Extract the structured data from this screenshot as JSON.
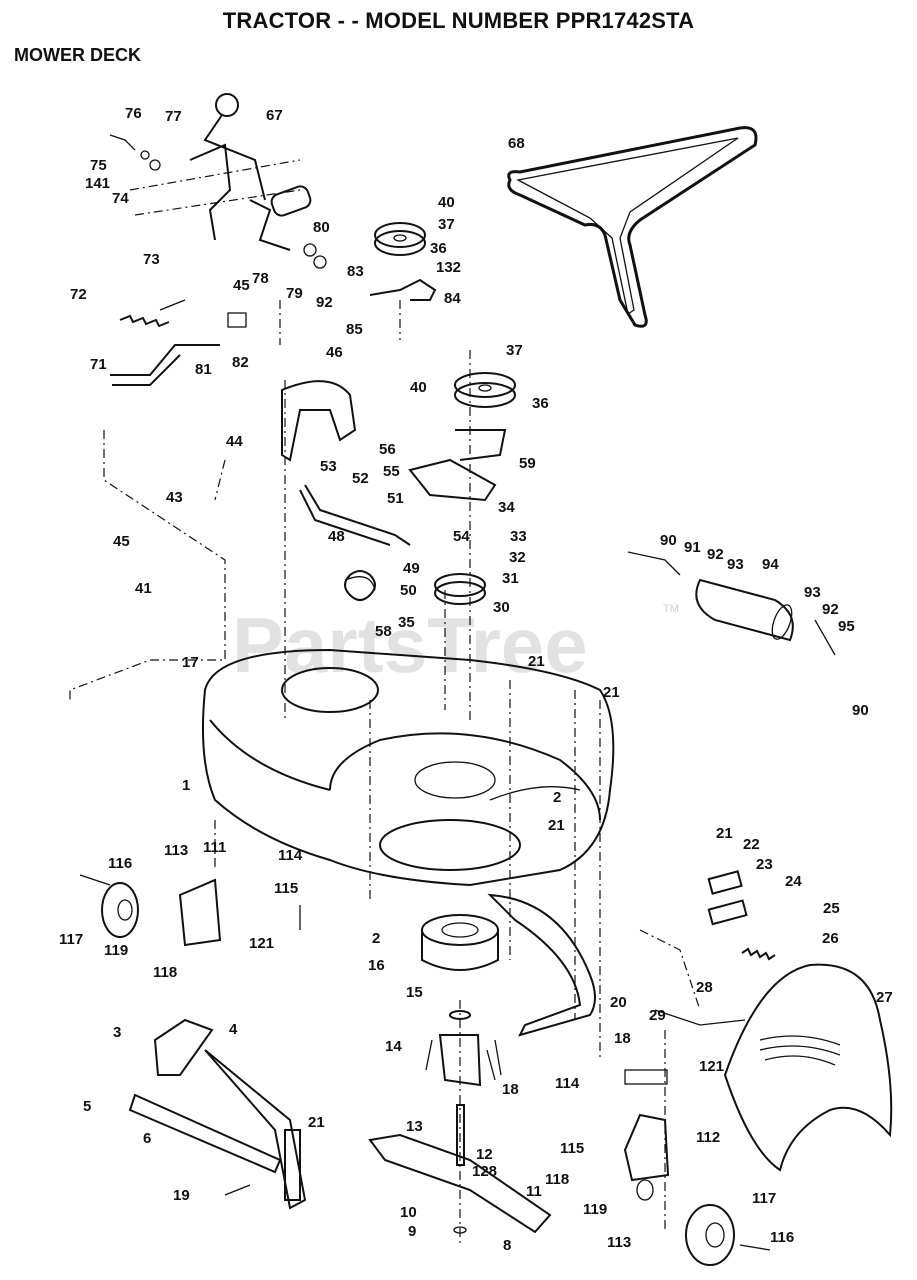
{
  "header": {
    "title": "TRACTOR - - MODEL NUMBER PPR1742STA",
    "subtitle": "MOWER DECK"
  },
  "watermark": {
    "text": "PartsTree",
    "trademark": "TM"
  },
  "colors": {
    "line": "#111111",
    "background": "#ffffff",
    "watermark": "#d9d9d9"
  },
  "callouts": [
    "76",
    "77",
    "67",
    "75",
    "141",
    "74",
    "73",
    "80",
    "78",
    "79",
    "92",
    "72",
    "45",
    "81",
    "82",
    "71",
    "46",
    "44",
    "68",
    "40",
    "37",
    "36",
    "83",
    "132",
    "84",
    "85",
    "37",
    "36",
    "40",
    "56",
    "55",
    "59",
    "51",
    "34",
    "53",
    "52",
    "48",
    "54",
    "33",
    "49",
    "50",
    "32",
    "31",
    "58",
    "35",
    "30",
    "21",
    "43",
    "45",
    "41",
    "90",
    "91",
    "92",
    "93",
    "94",
    "93",
    "92",
    "95",
    "90",
    "17",
    "1",
    "21",
    "2",
    "21",
    "116",
    "113",
    "111",
    "114",
    "115",
    "117",
    "119",
    "121",
    "118",
    "2",
    "16",
    "15",
    "20",
    "14",
    "18",
    "18",
    "114",
    "121",
    "21",
    "22",
    "23",
    "24",
    "25",
    "26",
    "27",
    "28",
    "29",
    "3",
    "4",
    "5",
    "6",
    "21",
    "13",
    "12",
    "128",
    "11",
    "19",
    "10",
    "9",
    "8",
    "115",
    "112",
    "118",
    "119",
    "117",
    "113",
    "116"
  ]
}
